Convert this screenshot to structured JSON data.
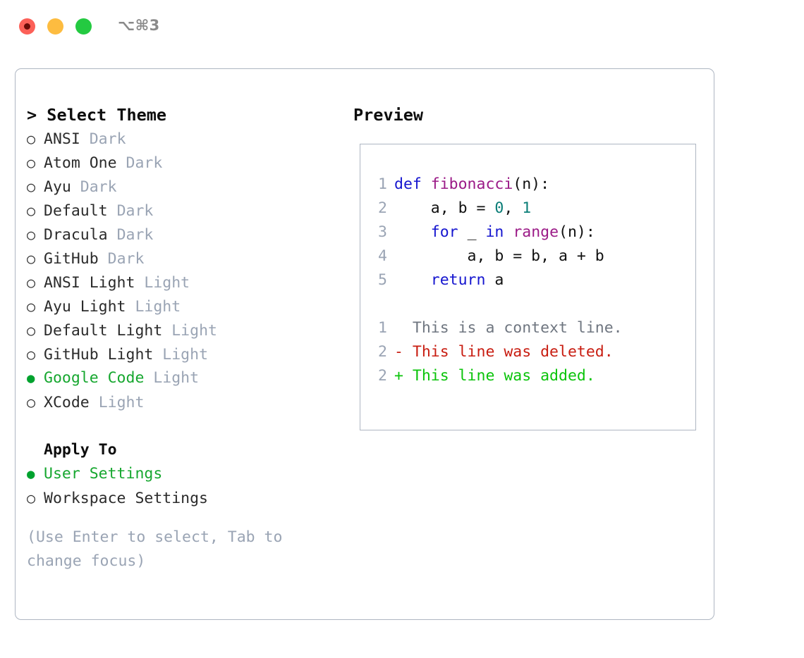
{
  "window": {
    "shortcut_label": "⌥⌘3",
    "traffic_lights": [
      "close-red",
      "minimize-yellow",
      "maximize-green"
    ]
  },
  "colors": {
    "selected_green": "#16a72f",
    "muted_gray": "#9aa4b4",
    "border": "#aeb6c2",
    "keyword_blue": "#1515cf",
    "function_purple": "#9b1a87",
    "number_teal": "#0a7d77",
    "diff_deleted_red": "#c81d11",
    "diff_added_green": "#0bc40b"
  },
  "theme_picker": {
    "header": "> Select Theme",
    "options": [
      {
        "name": "ANSI",
        "kind": "Dark",
        "selected": false
      },
      {
        "name": "Atom One",
        "kind": "Dark",
        "selected": false
      },
      {
        "name": "Ayu",
        "kind": "Dark",
        "selected": false
      },
      {
        "name": "Default",
        "kind": "Dark",
        "selected": false
      },
      {
        "name": "Dracula",
        "kind": "Dark",
        "selected": false
      },
      {
        "name": "GitHub",
        "kind": "Dark",
        "selected": false
      },
      {
        "name": "ANSI Light",
        "kind": "Light",
        "selected": false
      },
      {
        "name": "Ayu Light",
        "kind": "Light",
        "selected": false
      },
      {
        "name": "Default Light",
        "kind": "Light",
        "selected": false
      },
      {
        "name": "GitHub Light",
        "kind": "Light",
        "selected": false
      },
      {
        "name": "Google Code",
        "kind": "Light",
        "selected": true
      },
      {
        "name": "XCode",
        "kind": "Light",
        "selected": false
      }
    ]
  },
  "apply_to": {
    "header": "Apply To",
    "options": [
      {
        "name": "User Settings",
        "selected": true
      },
      {
        "name": "Workspace Settings",
        "selected": false
      }
    ]
  },
  "hint": "(Use Enter to select, Tab to change focus)",
  "preview": {
    "header": "Preview",
    "code_lines": [
      {
        "no": "1",
        "tokens": [
          {
            "t": "def ",
            "c": "kw"
          },
          {
            "t": "fibonacci",
            "c": "fn"
          },
          {
            "t": "(n):",
            "c": "plain"
          }
        ]
      },
      {
        "no": "2",
        "tokens": [
          {
            "t": "    a, b = ",
            "c": "plain"
          },
          {
            "t": "0",
            "c": "num"
          },
          {
            "t": ", ",
            "c": "plain"
          },
          {
            "t": "1",
            "c": "num"
          }
        ]
      },
      {
        "no": "3",
        "tokens": [
          {
            "t": "    ",
            "c": "plain"
          },
          {
            "t": "for",
            "c": "kw"
          },
          {
            "t": " _ ",
            "c": "plain"
          },
          {
            "t": "in",
            "c": "kw"
          },
          {
            "t": " ",
            "c": "plain"
          },
          {
            "t": "range",
            "c": "fn"
          },
          {
            "t": "(n):",
            "c": "plain"
          }
        ]
      },
      {
        "no": "4",
        "tokens": [
          {
            "t": "        a, b = b, a + b",
            "c": "plain"
          }
        ]
      },
      {
        "no": "5",
        "tokens": [
          {
            "t": "    ",
            "c": "plain"
          },
          {
            "t": "return",
            "c": "kw"
          },
          {
            "t": " a",
            "c": "plain"
          }
        ]
      }
    ],
    "diff_lines": [
      {
        "no": "1",
        "marker": " ",
        "text": "  This is a context line.",
        "kind": "ctx"
      },
      {
        "no": "2",
        "marker": "-",
        "text": "- This line was deleted.",
        "kind": "del"
      },
      {
        "no": "2",
        "marker": "+",
        "text": "+ This line was added.",
        "kind": "add"
      }
    ]
  },
  "glyphs": {
    "radio_on": "●",
    "radio_off": "○"
  }
}
